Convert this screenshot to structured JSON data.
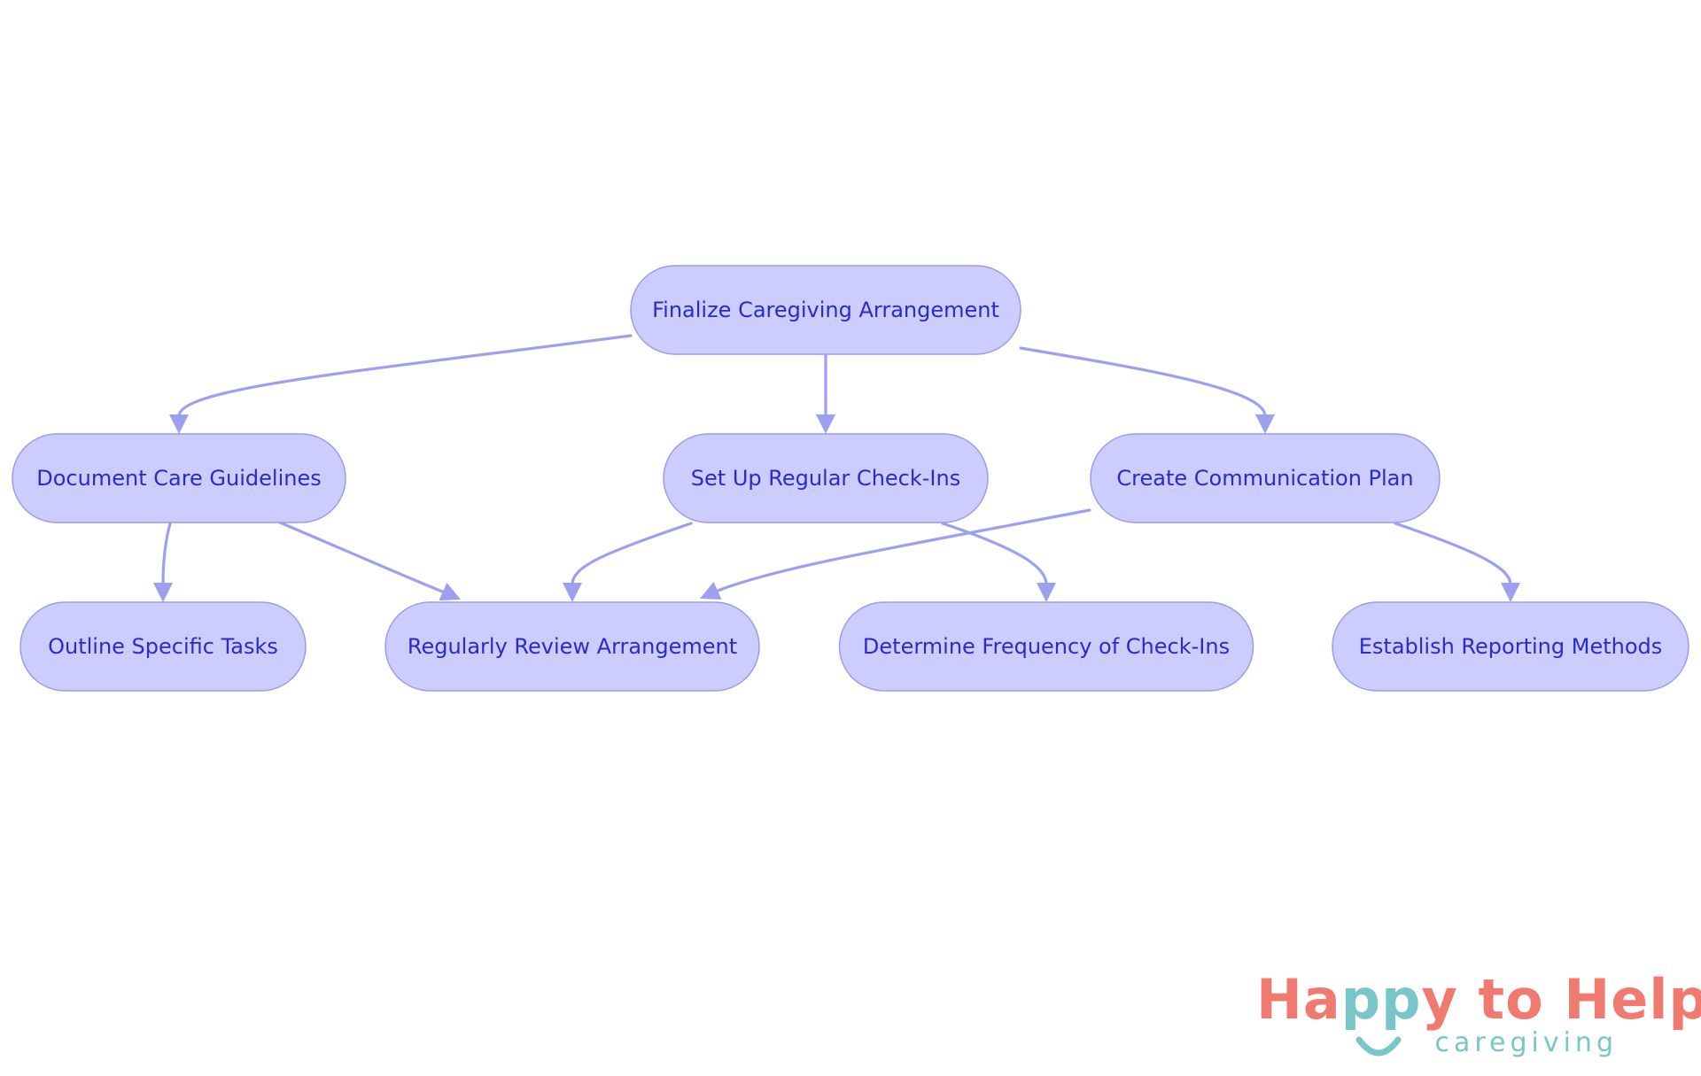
{
  "diagram": {
    "nodes": [
      {
        "id": "finalize",
        "label": "Finalize Caregiving Arrangement"
      },
      {
        "id": "document",
        "label": "Document Care Guidelines"
      },
      {
        "id": "checkins",
        "label": "Set Up Regular Check-Ins"
      },
      {
        "id": "communication",
        "label": "Create Communication Plan"
      },
      {
        "id": "outline",
        "label": "Outline Specific Tasks"
      },
      {
        "id": "review",
        "label": "Regularly Review Arrangement"
      },
      {
        "id": "frequency",
        "label": "Determine Frequency of Check-Ins"
      },
      {
        "id": "reporting",
        "label": "Establish Reporting Methods"
      }
    ],
    "edges": [
      {
        "from": "finalize",
        "to": "document"
      },
      {
        "from": "finalize",
        "to": "checkins"
      },
      {
        "from": "finalize",
        "to": "communication"
      },
      {
        "from": "document",
        "to": "outline"
      },
      {
        "from": "document",
        "to": "review"
      },
      {
        "from": "checkins",
        "to": "review"
      },
      {
        "from": "checkins",
        "to": "frequency"
      },
      {
        "from": "communication",
        "to": "review"
      },
      {
        "from": "communication",
        "to": "reporting"
      }
    ],
    "colors": {
      "node_fill": "#ccccff",
      "node_stroke": "#9c9cea",
      "node_text": "#2b2bc9",
      "edge": "#9ba1ee"
    }
  },
  "logo": {
    "word_happy_pre": "Ha",
    "word_happy_teal": "pp",
    "word_happy_post": "y to Help",
    "sub": "caregiving",
    "colors": {
      "primary": "#f07a6f",
      "secondary": "#79c6c9"
    }
  }
}
